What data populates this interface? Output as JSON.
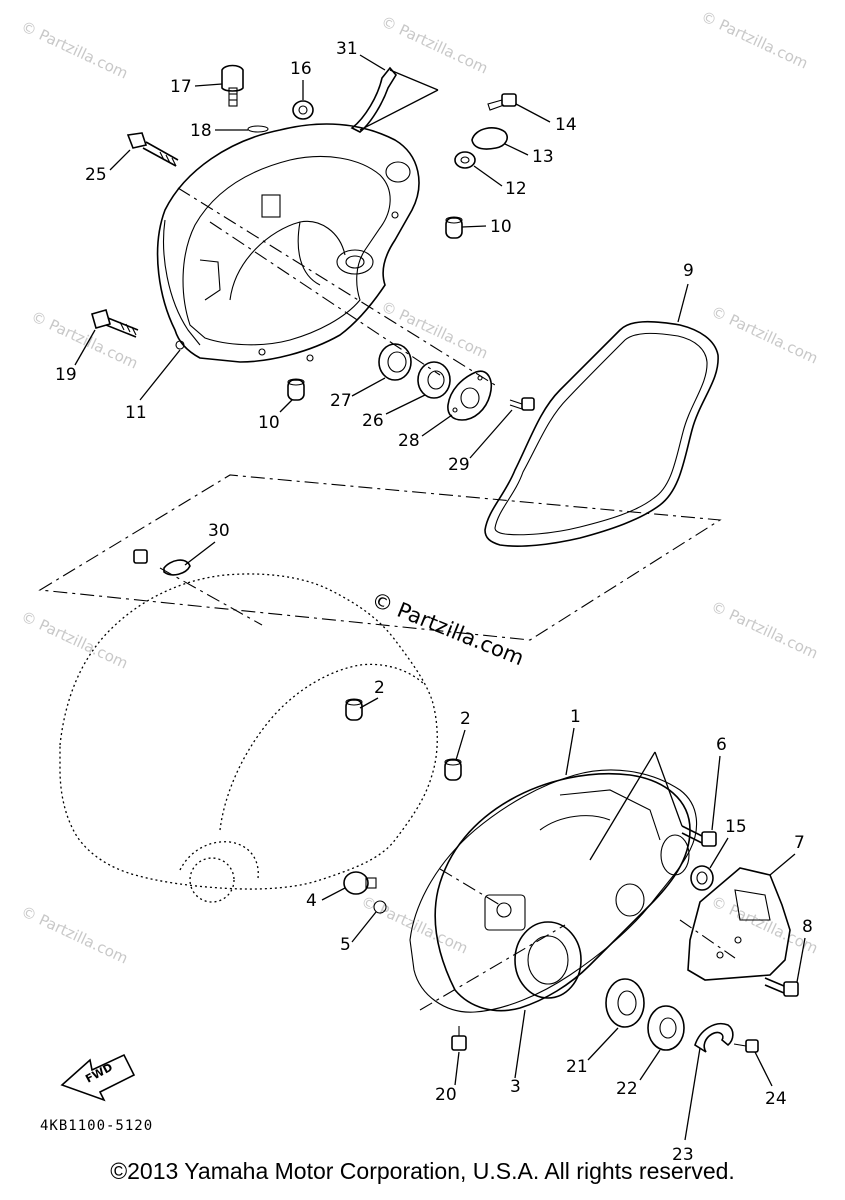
{
  "diagram": {
    "catalog_code": "4KB1100-5120",
    "copyright": "©2013 Yamaha Motor Corporation, U.S.A. All rights reserved.",
    "watermark": "© Partzilla.com",
    "center_watermark": "© Partzilla.com",
    "fwd_label": "FWD",
    "callouts": [
      "1",
      "2",
      "2",
      "3",
      "4",
      "5",
      "6",
      "7",
      "8",
      "9",
      "10",
      "10",
      "11",
      "12",
      "13",
      "14",
      "15",
      "16",
      "17",
      "18",
      "19",
      "20",
      "21",
      "22",
      "23",
      "24",
      "25",
      "26",
      "27",
      "28",
      "29",
      "30",
      "31"
    ]
  }
}
